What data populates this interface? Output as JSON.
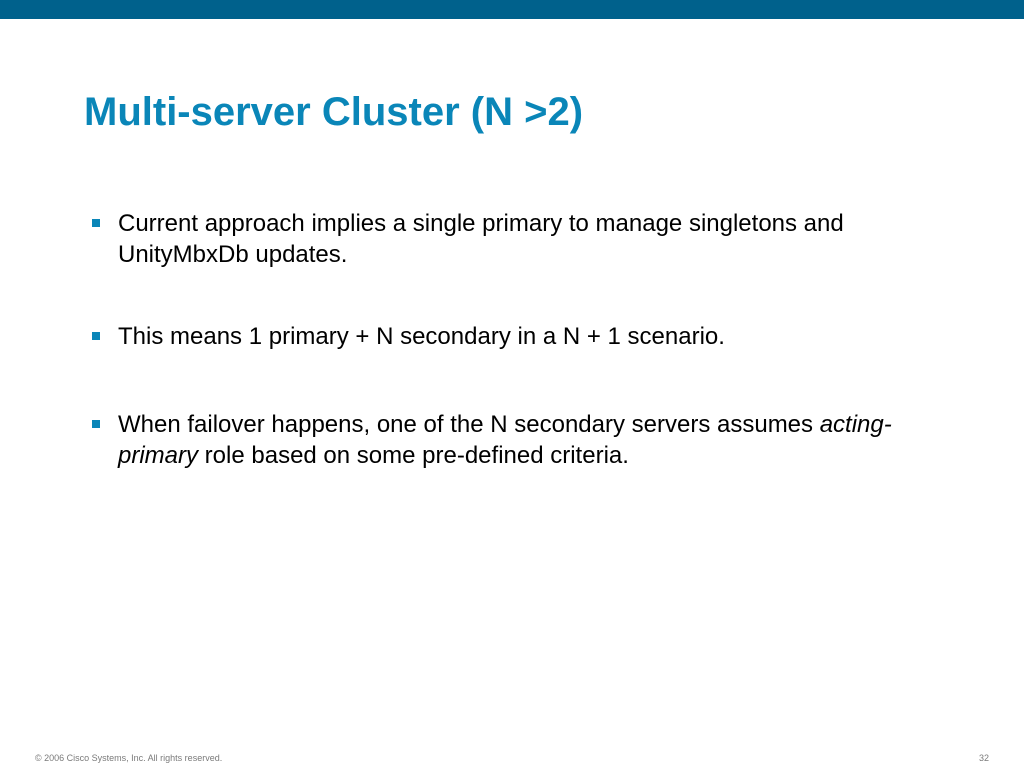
{
  "colors": {
    "top_bar": "#00618c",
    "title": "#0a86b8",
    "bullet_marker": "#0a86b8",
    "body_text": "#000000",
    "footer_text": "#7a7a7a"
  },
  "slide": {
    "title": "Multi-server Cluster (N >2)",
    "bullets": [
      {
        "text": "Current approach implies a single primary to manage singletons and UnityMbxDb updates."
      },
      {
        "text": "This means 1 primary + N secondary in a N + 1 scenario."
      },
      {
        "text_before": "When failover happens, one of the N secondary servers assumes ",
        "text_italic": "acting-primary",
        "text_after": " role based on some pre-defined criteria."
      }
    ]
  },
  "footer": {
    "copyright": "© 2006 Cisco Systems, Inc. All rights reserved.",
    "page_number": "32"
  }
}
